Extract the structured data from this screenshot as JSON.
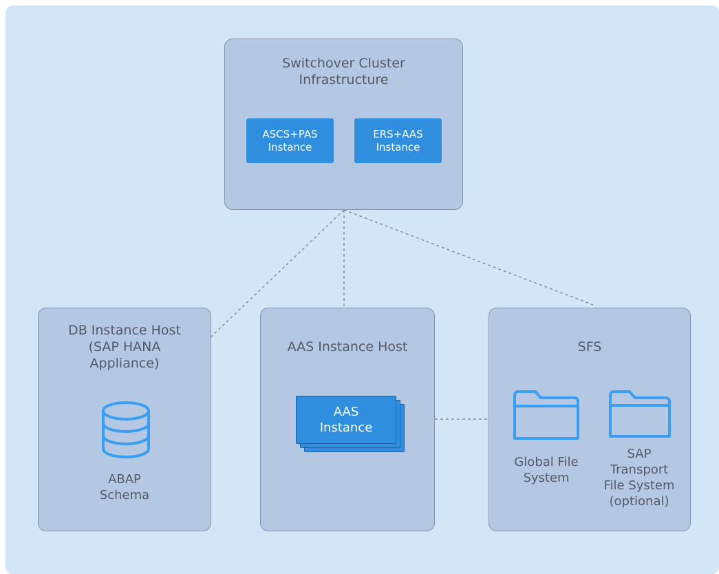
{
  "diagram": {
    "top": {
      "title": "Switchover Cluster\nInfrastructure",
      "chip1": "ASCS+PAS\nInstance",
      "chip2": "ERS+AAS\nInstance"
    },
    "db": {
      "title": "DB Instance Host\n(SAP HANA\nAppliance)",
      "icon": "database-icon",
      "label": "ABAP\nSchema"
    },
    "aas": {
      "title": "AAS Instance Host",
      "stack": "AAS\nInstance"
    },
    "sfs": {
      "title": "SFS",
      "folder1_icon": "folder-icon",
      "folder1_label": "Global File\nSystem",
      "folder2_icon": "folder-icon",
      "folder2_label": "SAP\nTransport\nFile System\n(optional)"
    }
  },
  "colors": {
    "canvas": "#d3e6f8",
    "box": "#b4c7e3",
    "accent": "#2f8fde",
    "icon": "#3a9ef2",
    "text": "#545b66"
  }
}
